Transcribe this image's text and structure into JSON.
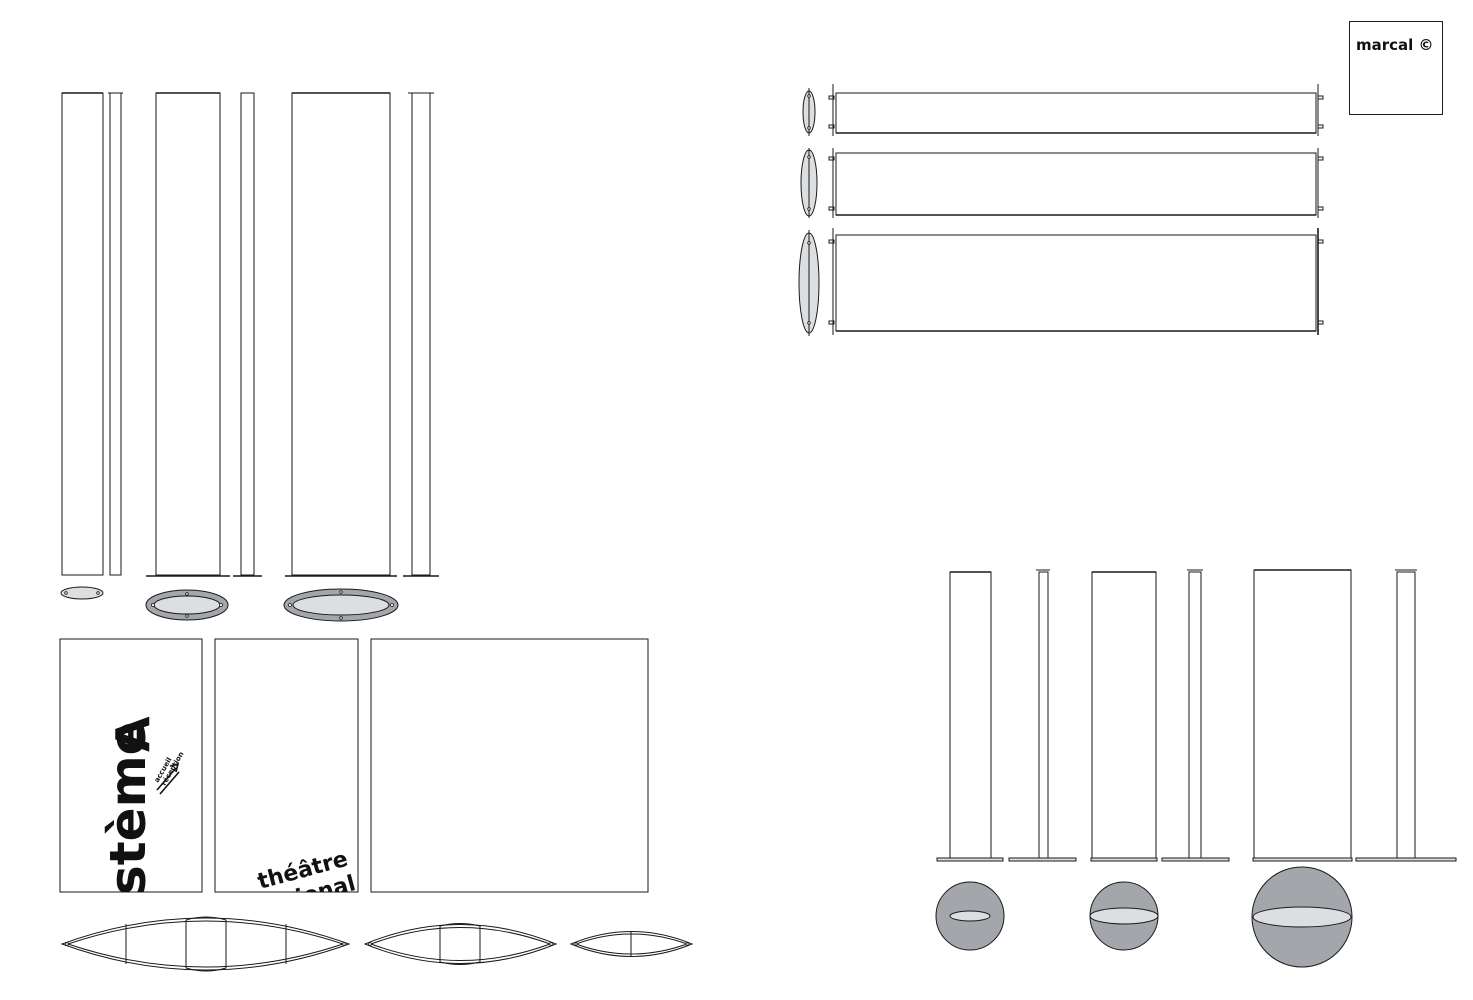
{
  "brand": {
    "name": "marcal ©"
  },
  "panels": {
    "panel_1": {
      "big_text": "stème",
      "letter": "A",
      "small_text_1": "accueil",
      "small_text_2": "réception"
    },
    "panel_2": {
      "line_1": "théâtre",
      "line_2": "tional"
    }
  },
  "colors": {
    "line": "#1a1a1a",
    "grey_fill": "#a3a6aa",
    "light_fill": "#dcdee0",
    "background": "#ffffff"
  },
  "groups": [
    {
      "name": "totem-elevations-top-left",
      "count": 3
    },
    {
      "name": "horizontal-banners-top-right",
      "count": 3
    },
    {
      "name": "graphic-panels-bottom-left",
      "count": 3
    },
    {
      "name": "profile-sections-bottom-left",
      "count": 3
    },
    {
      "name": "totems-with-round-base-bottom-right",
      "count": 3
    }
  ]
}
